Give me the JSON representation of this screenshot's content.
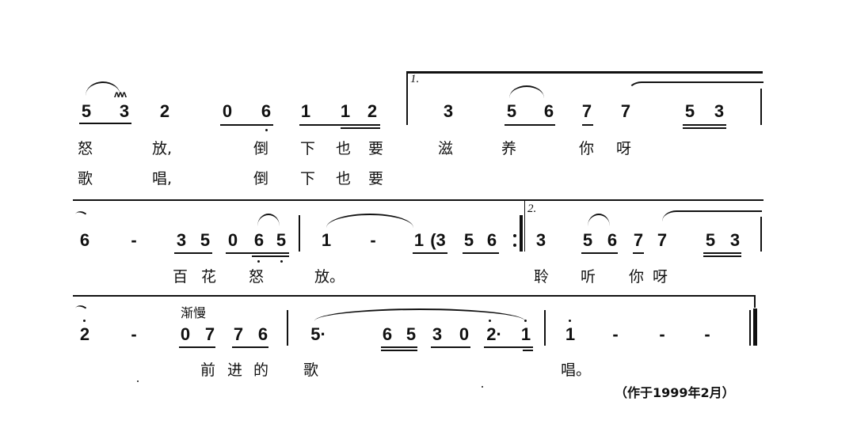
{
  "score": {
    "system1": {
      "notes": [
        "5",
        "3",
        "2",
        "0",
        "6",
        "1",
        "1",
        "2",
        "3",
        "5",
        "6",
        "7",
        "7",
        "5",
        "3"
      ],
      "volta": "1.",
      "lyrics_verse1": [
        "怒",
        "放,",
        "倒",
        "下",
        "也",
        "要",
        "滋",
        "养",
        "你",
        "呀"
      ],
      "lyrics_verse2": [
        "歌",
        "唱,",
        "倒",
        "下",
        "也",
        "要"
      ]
    },
    "system2": {
      "notes": [
        "6",
        "-",
        "3",
        "5",
        "0",
        "6",
        "5",
        "1",
        "-",
        "1",
        "(3",
        "5",
        "6",
        "3",
        "5",
        "6",
        "7",
        "7",
        "5",
        "3"
      ],
      "repeat_sign": ":",
      "volta": "2.",
      "lyrics": [
        "百",
        "花",
        "怒",
        "放。",
        "聆",
        "听",
        "你",
        "呀"
      ]
    },
    "system3": {
      "tempo_marking": "渐慢",
      "notes": [
        "2",
        "-",
        "0",
        "7",
        "7",
        "6",
        "5·",
        "6",
        "5",
        "3",
        "0",
        "2·",
        "1",
        "1",
        "-",
        "-",
        "-"
      ],
      "lyrics": [
        "前",
        "进",
        "的",
        "歌",
        "唱。"
      ],
      "footnote": "（作于1999年2月）"
    }
  }
}
